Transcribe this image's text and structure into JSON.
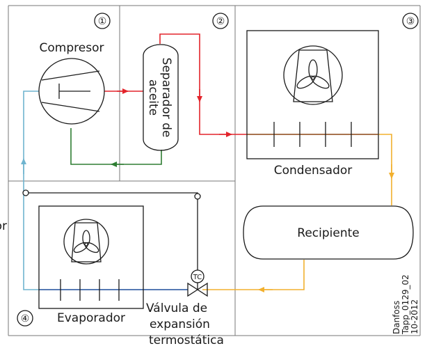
{
  "zones": [
    {
      "number": "①"
    },
    {
      "number": "②"
    },
    {
      "number": "③"
    },
    {
      "number": "④"
    }
  ],
  "components": {
    "compressor": "Compresor",
    "oil_separator_line1": "Separador de",
    "oil_separator_line2": "aceite",
    "condenser": "Condensador",
    "receiver": "Recipiente",
    "evaporator": "Evaporador",
    "valve_line1": "Válvula de",
    "valve_line2": "expansión",
    "valve_line3": "termostática",
    "valve_symbol": "TC"
  },
  "cut_off_label": "or",
  "credits": {
    "line1": "Danfoss",
    "line2": "Tapp_0129_02",
    "line3": "10-2012"
  },
  "colors": {
    "discharge_line": "#e3242b",
    "liquid_line": "#f2b02e",
    "suction_line": "#6fb4cf",
    "oil_return_line": "#2e7d32",
    "evaporator_line": "#1f4e9c",
    "condenser_line": "#8b4513",
    "outline": "#1a1a1a",
    "grid": "#777777"
  }
}
